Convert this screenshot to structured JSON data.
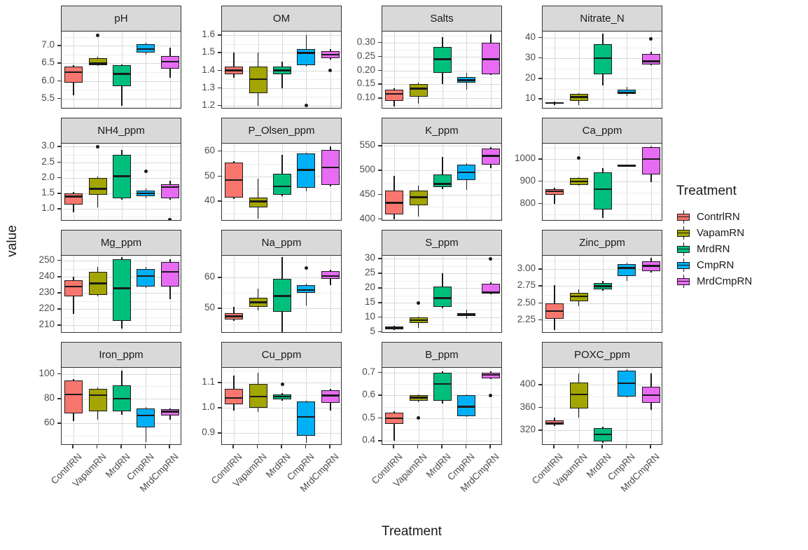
{
  "figure": {
    "y_axis_title": "value",
    "x_axis_title": "Treatment",
    "legend": {
      "title": "Treatment",
      "items": [
        {
          "label": "ContrlRN",
          "color": "#F8766D"
        },
        {
          "label": "VapamRN",
          "color": "#A3A500"
        },
        {
          "label": "MrdRN",
          "color": "#00BF7D"
        },
        {
          "label": "CmpRN",
          "color": "#00B0F6"
        },
        {
          "label": "MrdCmpRN",
          "color": "#E76BF3"
        }
      ]
    }
  },
  "chart_data": {
    "type": "boxplot",
    "facet_layout": "4x4",
    "x_categories": [
      "ContrlRN",
      "VapamRN",
      "MrdRN",
      "CmpRN",
      "MrdCmpRN"
    ],
    "series_colors": [
      "#F8766D",
      "#A3A500",
      "#00BF7D",
      "#00B0F6",
      "#E76BF3"
    ],
    "box_fields": [
      "whisker_low",
      "q1",
      "median",
      "q3",
      "whisker_high",
      "outliers"
    ],
    "grid": "major+minor horizontal, major vertical at categories",
    "legend_position": "right",
    "facets": [
      {
        "name": "pH",
        "ylim": [
          5.2,
          7.4
        ],
        "ytick_values": [
          5.5,
          6.0,
          6.5,
          7.0
        ],
        "ytick_labels": [
          "5.5",
          "6.0",
          "6.5",
          "7.0"
        ],
        "boxes": [
          [
            5.6,
            5.95,
            6.25,
            6.4,
            6.45,
            []
          ],
          [
            6.42,
            6.45,
            6.5,
            6.65,
            6.68,
            [
              7.3
            ]
          ],
          [
            5.3,
            5.85,
            6.2,
            6.45,
            6.47,
            []
          ],
          [
            6.75,
            6.8,
            6.9,
            7.05,
            7.08,
            []
          ],
          [
            6.1,
            6.35,
            6.55,
            6.7,
            6.95,
            []
          ]
        ]
      },
      {
        "name": "OM",
        "ylim": [
          1.18,
          1.62
        ],
        "ytick_values": [
          1.2,
          1.3,
          1.4,
          1.5,
          1.6
        ],
        "ytick_labels": [
          "1.2",
          "1.3",
          "1.4",
          "1.5",
          "1.6"
        ],
        "boxes": [
          [
            1.36,
            1.38,
            1.4,
            1.42,
            1.5,
            []
          ],
          [
            1.2,
            1.27,
            1.35,
            1.42,
            1.5,
            []
          ],
          [
            1.3,
            1.38,
            1.4,
            1.42,
            1.45,
            []
          ],
          [
            1.42,
            1.43,
            1.5,
            1.52,
            1.6,
            [
              1.2
            ]
          ],
          [
            1.46,
            1.47,
            1.49,
            1.51,
            1.52,
            [
              1.4
            ]
          ]
        ]
      },
      {
        "name": "Salts",
        "ylim": [
          0.06,
          0.34
        ],
        "ytick_values": [
          0.1,
          0.15,
          0.2,
          0.25,
          0.3
        ],
        "ytick_labels": [
          "0.10",
          "0.15",
          "0.20",
          "0.25",
          "0.30"
        ],
        "boxes": [
          [
            0.07,
            0.09,
            0.115,
            0.13,
            0.135,
            []
          ],
          [
            0.08,
            0.105,
            0.135,
            0.15,
            0.155,
            []
          ],
          [
            0.15,
            0.19,
            0.24,
            0.285,
            0.32,
            []
          ],
          [
            0.13,
            0.155,
            0.165,
            0.175,
            0.19,
            []
          ],
          [
            0.183,
            0.185,
            0.24,
            0.3,
            0.33,
            []
          ]
        ]
      },
      {
        "name": "Nitrate_N",
        "ylim": [
          5,
          43
        ],
        "ytick_values": [
          10,
          20,
          30,
          40
        ],
        "ytick_labels": [
          "10",
          "20",
          "30",
          "40"
        ],
        "boxes": [
          [
            7.2,
            7.6,
            8,
            8.4,
            8.8,
            []
          ],
          [
            7,
            9,
            11,
            12.5,
            13,
            []
          ],
          [
            16.5,
            22,
            30,
            37,
            42,
            []
          ],
          [
            11.5,
            12.5,
            13,
            14.5,
            16,
            []
          ],
          [
            26.5,
            27,
            28.5,
            32,
            33,
            [
              39.5
            ]
          ]
        ]
      },
      {
        "name": "NH4_ppm",
        "ylim": [
          0.6,
          3.1
        ],
        "ytick_values": [
          1.0,
          1.5,
          2.0,
          2.5,
          3.0
        ],
        "ytick_labels": [
          "1.0",
          "1.5",
          "2.0",
          "2.5",
          "3.0"
        ],
        "boxes": [
          [
            0.9,
            1.15,
            1.4,
            1.5,
            1.55,
            []
          ],
          [
            1.05,
            1.45,
            1.65,
            2.0,
            2.05,
            [
              3.0
            ]
          ],
          [
            1.3,
            1.35,
            2.05,
            2.75,
            2.9,
            []
          ],
          [
            1.35,
            1.4,
            1.5,
            1.6,
            1.65,
            [
              2.2
            ]
          ],
          [
            1.3,
            1.35,
            1.7,
            1.8,
            1.9,
            [
              0.65
            ]
          ]
        ]
      },
      {
        "name": "P_Olsen_ppm",
        "ylim": [
          32,
          63
        ],
        "ytick_values": [
          40,
          50,
          60
        ],
        "ytick_labels": [
          "40",
          "50",
          "60"
        ],
        "boxes": [
          [
            41,
            41.5,
            48.5,
            55.5,
            56,
            []
          ],
          [
            33,
            37.5,
            40,
            41.5,
            49,
            []
          ],
          [
            42,
            42.5,
            46,
            51,
            58.5,
            []
          ],
          [
            44,
            45.5,
            52.5,
            59,
            59.5,
            []
          ],
          [
            46,
            46.5,
            53.5,
            60.5,
            62,
            []
          ]
        ]
      },
      {
        "name": "K_ppm",
        "ylim": [
          395,
          555
        ],
        "ytick_values": [
          400,
          450,
          500,
          550
        ],
        "ytick_labels": [
          "400",
          "450",
          "500",
          "550"
        ],
        "boxes": [
          [
            400,
            410,
            433,
            458,
            488,
            []
          ],
          [
            405,
            428,
            445,
            458,
            468,
            []
          ],
          [
            462,
            465,
            472,
            492,
            527,
            []
          ],
          [
            460,
            480,
            496,
            512,
            514,
            []
          ],
          [
            505,
            512,
            530,
            545,
            548,
            []
          ]
        ]
      },
      {
        "name": "Ca_ppm",
        "ylim": [
          720,
          1070
        ],
        "ytick_values": [
          800,
          900,
          1000
        ],
        "ytick_labels": [
          "800",
          "900",
          "1000"
        ],
        "boxes": [
          [
            800,
            840,
            855,
            865,
            870,
            []
          ],
          [
            880,
            885,
            900,
            915,
            918,
            [
              1005
            ]
          ],
          [
            735,
            775,
            865,
            940,
            960,
            []
          ],
          [
            965,
            968,
            970,
            973,
            975,
            []
          ],
          [
            895,
            930,
            1000,
            1055,
            1058,
            []
          ]
        ]
      },
      {
        "name": "Mg_ppm",
        "ylim": [
          205,
          253
        ],
        "ytick_values": [
          210,
          220,
          230,
          240,
          250
        ],
        "ytick_labels": [
          "210",
          "220",
          "230",
          "240",
          "250"
        ],
        "boxes": [
          [
            217,
            228,
            234,
            238,
            240,
            []
          ],
          [
            228,
            229,
            236,
            243,
            246,
            []
          ],
          [
            208,
            213,
            233,
            251,
            252,
            []
          ],
          [
            233,
            234,
            240.5,
            245,
            246,
            []
          ],
          [
            226,
            234,
            243,
            249,
            251,
            []
          ]
        ]
      },
      {
        "name": "Na_ppm",
        "ylim": [
          42,
          67
        ],
        "ytick_values": [
          50,
          60
        ],
        "ytick_labels": [
          "50",
          "60"
        ],
        "boxes": [
          [
            46,
            46.5,
            47.5,
            48.5,
            50.5,
            []
          ],
          [
            49.5,
            50.5,
            52,
            53.5,
            56.5,
            []
          ],
          [
            42.5,
            49,
            54,
            59.5,
            66.5,
            []
          ],
          [
            51,
            55,
            56,
            57.5,
            58,
            [
              63
            ]
          ],
          [
            57.5,
            59.5,
            60.5,
            62,
            62.5,
            []
          ]
        ]
      },
      {
        "name": "S_ppm",
        "ylim": [
          4.5,
          31
        ],
        "ytick_values": [
          5,
          10,
          15,
          20,
          25,
          30
        ],
        "ytick_labels": [
          "5",
          "10",
          "15",
          "20",
          "25",
          "30"
        ],
        "boxes": [
          [
            5.8,
            6,
            6.5,
            7,
            7.2,
            []
          ],
          [
            6.5,
            8,
            9,
            10,
            10.2,
            [
              15
            ]
          ],
          [
            13,
            13.5,
            16.5,
            20.5,
            25,
            []
          ],
          [
            9.5,
            10.5,
            11,
            11.5,
            12.5,
            []
          ],
          [
            17.8,
            18,
            18.5,
            21.5,
            22,
            [
              30
            ]
          ]
        ]
      },
      {
        "name": "Zinc_ppm",
        "ylim": [
          2.05,
          3.2
        ],
        "ytick_values": [
          2.25,
          2.5,
          2.75,
          3.0
        ],
        "ytick_labels": [
          "2.25",
          "2.50",
          "2.75",
          "3.00"
        ],
        "boxes": [
          [
            2.1,
            2.27,
            2.38,
            2.5,
            2.77,
            []
          ],
          [
            2.45,
            2.53,
            2.6,
            2.65,
            2.7,
            []
          ],
          [
            2.68,
            2.7,
            2.75,
            2.8,
            2.83,
            []
          ],
          [
            2.83,
            2.9,
            3.02,
            3.08,
            3.1,
            []
          ],
          [
            2.95,
            2.97,
            3.05,
            3.12,
            3.17,
            []
          ]
        ]
      },
      {
        "name": "Iron_ppm",
        "ylim": [
          42,
          105
        ],
        "ytick_values": [
          60,
          80,
          100
        ],
        "ytick_labels": [
          "60",
          "80",
          "100"
        ],
        "boxes": [
          [
            62,
            68,
            83.5,
            95,
            96,
            []
          ],
          [
            63,
            70,
            83,
            88,
            89,
            []
          ],
          [
            67,
            70,
            80,
            91,
            103,
            []
          ],
          [
            45,
            57,
            66.5,
            72,
            73,
            []
          ],
          [
            63,
            66.5,
            69.5,
            71.5,
            72,
            []
          ]
        ]
      },
      {
        "name": "Cu_ppm",
        "ylim": [
          0.85,
          1.16
        ],
        "ytick_values": [
          0.9,
          1.0,
          1.1
        ],
        "ytick_labels": [
          "0.9",
          "1.0",
          "1.1"
        ],
        "boxes": [
          [
            0.99,
            1.015,
            1.04,
            1.075,
            1.13,
            []
          ],
          [
            0.985,
            1.0,
            1.045,
            1.095,
            1.14,
            []
          ],
          [
            1.03,
            1.035,
            1.045,
            1.055,
            1.06,
            [
              1.095
            ]
          ],
          [
            0.86,
            0.89,
            0.965,
            1.025,
            1.03,
            []
          ],
          [
            0.99,
            1.02,
            1.05,
            1.07,
            1.075,
            []
          ]
        ]
      },
      {
        "name": "B_ppm",
        "ylim": [
          0.38,
          0.72
        ],
        "ytick_values": [
          0.4,
          0.5,
          0.6,
          0.7
        ],
        "ytick_labels": [
          "0.4",
          "0.5",
          "0.6",
          "0.7"
        ],
        "boxes": [
          [
            0.4,
            0.475,
            0.5,
            0.525,
            0.53,
            []
          ],
          [
            0.57,
            0.575,
            0.59,
            0.6,
            0.605,
            [
              0.5
            ]
          ],
          [
            0.565,
            0.575,
            0.65,
            0.7,
            0.705,
            []
          ],
          [
            0.505,
            0.51,
            0.55,
            0.6,
            0.605,
            []
          ],
          [
            0.672,
            0.675,
            0.69,
            0.7,
            0.705,
            [
              0.6
            ]
          ]
        ]
      },
      {
        "name": "POXC_ppm",
        "ylim": [
          293,
          430
        ],
        "ytick_values": [
          320,
          360,
          400
        ],
        "ytick_labels": [
          "320",
          "360",
          "400"
        ],
        "boxes": [
          [
            328,
            330,
            332,
            337,
            342,
            []
          ],
          [
            342,
            358,
            383,
            404,
            420,
            []
          ],
          [
            298,
            300,
            313,
            324,
            326,
            []
          ],
          [
            378,
            380,
            403,
            425,
            427,
            []
          ],
          [
            356,
            368,
            382,
            397,
            420,
            []
          ]
        ]
      }
    ]
  }
}
